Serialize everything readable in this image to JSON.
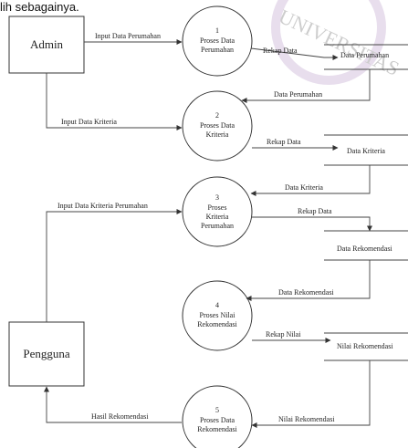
{
  "header": {
    "fragment": "lih sebagainya."
  },
  "watermark": {
    "text": "UNIVERSITAS"
  },
  "entities": {
    "admin": "Admin",
    "pengguna": "Pengguna"
  },
  "processes": [
    {
      "number": "1",
      "lines": [
        "Proses Data",
        "Perumahan"
      ]
    },
    {
      "number": "2",
      "lines": [
        "Proses Data",
        "Kriteria"
      ]
    },
    {
      "number": "3",
      "lines": [
        "Proses",
        "Kriteria",
        "Perumahan"
      ]
    },
    {
      "number": "4",
      "lines": [
        "Proses Nilai",
        "Rekomendasi"
      ]
    },
    {
      "number": "5",
      "lines": [
        "Proses Data",
        "Rekomendasi"
      ]
    }
  ],
  "datastores": {
    "perumahan": "Data Perumahan",
    "kriteria": "Data Kriteria",
    "rekomendasi": "Data Rekomendasi",
    "nilai": "Nilai Rekomendasi"
  },
  "flows": {
    "input_perumahan": "Input Data Perumahan",
    "rekap_data_1": "Rekap Data",
    "data_perumahan": "Data Perumahan",
    "input_kriteria": "Input Data Kriteria",
    "rekap_data_2": "Rekap Data",
    "data_kriteria": "Data Kriteria",
    "input_kriteria_perumahan": "Input Data Kriteria Perumahan",
    "rekap_data_3": "Rekap Data",
    "data_rekomendasi": "Data Rekomendasi",
    "rekap_nilai": "Rekap Nilai",
    "nilai_rekomendasi": "Nilai Rekomendasi",
    "hasil_rekomendasi": "Hasil Rekomendasi"
  }
}
